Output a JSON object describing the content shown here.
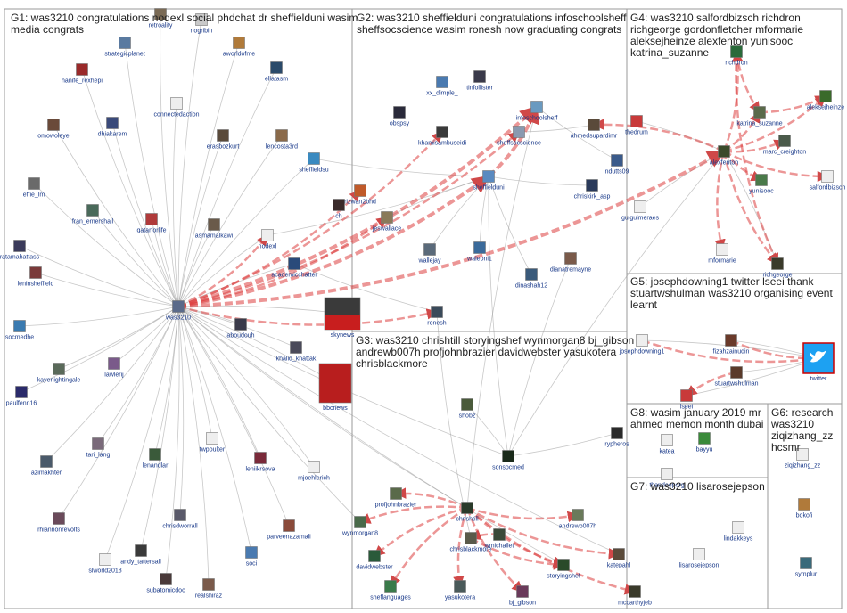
{
  "groups": [
    {
      "id": "G1",
      "lines": [
        "G1: was3210 congratulations nodexl social phdchat dr sheffielduni wasim",
        "media congrats"
      ]
    },
    {
      "id": "G2",
      "lines": [
        "G2: was3210 sheffielduni congratulations infoschoolsheff",
        "sheffsocscience wasim ronesh now graduating congrats"
      ]
    },
    {
      "id": "G3",
      "lines": [
        "G3: was3210 chrishtill storyingshef wynmorgan8 bj_gibson",
        "andrewb007h profjohnbrazier davidwebster yasukotera",
        "chrisblackmore"
      ]
    },
    {
      "id": "G4",
      "lines": [
        "G4: was3210 salfordbizsch richdron",
        "richgeorge gordonfletcher mformarie",
        "aleksejheinze alexfenton yunisooc",
        "katrina_suzanne"
      ]
    },
    {
      "id": "G5",
      "lines": [
        "G5: josephdowning1 twitter lseei thank",
        "stuartwshulman was3210 organising event",
        "learnt"
      ]
    },
    {
      "id": "G6",
      "lines": [
        "G6: research",
        "was3210",
        "ziqizhang_zz",
        "hcsmr"
      ]
    },
    {
      "id": "G7",
      "lines": [
        "G7: was3210 lisarosejepson"
      ]
    },
    {
      "id": "G8",
      "lines": [
        "G8: wasim january 2019 mr",
        "ahmed memon month dubai"
      ]
    }
  ],
  "nodes": [
    {
      "id": "retroality",
      "label": "retroality",
      "color": "#7a6a55"
    },
    {
      "id": "nogribin",
      "label": "nogribin",
      "color": "#c9c9c9"
    },
    {
      "id": "aworldofme",
      "label": "aworldofme",
      "color": "#b07a3a"
    },
    {
      "id": "strategicplanet",
      "label": "strategicplanet",
      "color": "#5a7aa0"
    },
    {
      "id": "hanife_rexhepi",
      "label": "hanife_rexhepi",
      "color": "#9a2a2a"
    },
    {
      "id": "ellatasm",
      "label": "ellatasm",
      "color": "#2a4a6a"
    },
    {
      "id": "connectedaction",
      "label": "connectedaction",
      "color": "#eeeeee"
    },
    {
      "id": "omowoleye",
      "label": "omowoleye",
      "color": "#6a4a3a"
    },
    {
      "id": "dhiakarem",
      "label": "dhiakarem",
      "color": "#3a4a7a"
    },
    {
      "id": "erasbozkurt",
      "label": "erasbozkurt",
      "color": "#5a4a3a"
    },
    {
      "id": "lencosta3rd",
      "label": "lencosta3rd",
      "color": "#8a6a4a"
    },
    {
      "id": "sheffieldsu",
      "label": "sheffieldsu",
      "color": "#3a8ac0"
    },
    {
      "id": "effie_lm",
      "label": "effie_lm",
      "color": "#6a6a6a"
    },
    {
      "id": "fran_emershall",
      "label": "fran_emershall",
      "color": "#4a6a5a"
    },
    {
      "id": "qatarforlife",
      "label": "qatarforlife",
      "color": "#b03a3a"
    },
    {
      "id": "asmamalkawi",
      "label": "asmamalkawi",
      "color": "#6a5a4a"
    },
    {
      "id": "nodexl",
      "label": "nodexl",
      "color": "#eeeeee"
    },
    {
      "id": "ratamahattass",
      "label": "ratamahattass",
      "color": "#3a3a5a"
    },
    {
      "id": "leninsheffield",
      "label": "leninsheffield",
      "color": "#7a3a3a"
    },
    {
      "id": "academicchatter",
      "label": "academicchatter",
      "color": "#2a4a7a"
    },
    {
      "id": "was3210",
      "label": "was3210",
      "color": "#5a6a8a"
    },
    {
      "id": "socmedhe",
      "label": "socmedhe",
      "color": "#3a7ab0"
    },
    {
      "id": "aboudouh",
      "label": "aboudouh",
      "color": "#3a3a4a"
    },
    {
      "id": "khalid_khattak",
      "label": "khalid_khattak",
      "color": "#4a4a5a"
    },
    {
      "id": "kayenightingale",
      "label": "kayenightingale",
      "color": "#5a6a5a"
    },
    {
      "id": "lawlerij",
      "label": "lawlerij",
      "color": "#7a5a8a"
    },
    {
      "id": "paulfenn16",
      "label": "paulfenn16",
      "color": "#2a2a6a"
    },
    {
      "id": "tari_lang",
      "label": "tari_lang",
      "color": "#7a6a7a"
    },
    {
      "id": "lenandlar",
      "label": "lenandlar",
      "color": "#3a5a3a"
    },
    {
      "id": "azimakhter",
      "label": "azimakhter",
      "color": "#4a5a6a"
    },
    {
      "id": "twpoulter",
      "label": "twpoulter",
      "color": "#eeeeee"
    },
    {
      "id": "leniikrsova",
      "label": "leniikrsova",
      "color": "#7a2a3a"
    },
    {
      "id": "mjoehlerich",
      "label": "mjoehlerich",
      "color": "#eeeeee"
    },
    {
      "id": "rhiannonrevolts",
      "label": "rhiannonrevolts",
      "color": "#6a4a5a"
    },
    {
      "id": "chrisdworrall",
      "label": "chrisdworrall",
      "color": "#5a5a6a"
    },
    {
      "id": "parveenazamali",
      "label": "parveenazamali",
      "color": "#8a4a3a"
    },
    {
      "id": "andy_tattersall",
      "label": "andy_tattersall",
      "color": "#3a3a3a"
    },
    {
      "id": "slworld2018",
      "label": "slworld2018",
      "color": "#eeeeee"
    },
    {
      "id": "soci",
      "label": "soci",
      "color": "#4a7ab0"
    },
    {
      "id": "subatomicdoc",
      "label": "subatomicdoc",
      "color": "#4a3a3a"
    },
    {
      "id": "realshiraz",
      "label": "realshiraz",
      "color": "#7a5a4a"
    },
    {
      "id": "skynews",
      "label": "skynews",
      "color": "#3a3a3a"
    },
    {
      "id": "bbcnews",
      "label": "bbcnews",
      "color": "#b81e1e"
    },
    {
      "id": "xx_dimple_",
      "label": "xx_dimple_",
      "color": "#4a7ab0"
    },
    {
      "id": "tinfollister",
      "label": "tinfollister",
      "color": "#3a3a4a"
    },
    {
      "id": "obspsy",
      "label": "obspsy",
      "color": "#2a2a3a"
    },
    {
      "id": "infoschoolsheff",
      "label": "infoschoolsheff",
      "color": "#6a9ac0"
    },
    {
      "id": "khamisambuseidi",
      "label": "khamisambuseidi",
      "color": "#3a3a3a"
    },
    {
      "id": "sheffsocscience",
      "label": "sheffsocscience",
      "color": "#8a9ab0"
    },
    {
      "id": "ahmedsupardimr",
      "label": "ahmedsupardimr",
      "color": "#5a4a3a"
    },
    {
      "id": "ndutts09",
      "label": "ndutts09",
      "color": "#3a5a8a"
    },
    {
      "id": "sheffielduni",
      "label": "sheffielduni",
      "color": "#5a8ac0"
    },
    {
      "id": "chriskirk_asp",
      "label": "chriskirk_asp",
      "color": "#2a3a5a"
    },
    {
      "id": "rizwan2bhd",
      "label": "rizwan2bhd",
      "color": "#c05a2a"
    },
    {
      "id": "ch",
      "label": "ch",
      "color": "#3a2a2a"
    },
    {
      "id": "jeswallace",
      "label": "jeswallace",
      "color": "#8a7a5a"
    },
    {
      "id": "wallejay",
      "label": "wallejay",
      "color": "#5a6a7a"
    },
    {
      "id": "waleoni1",
      "label": "waleoni1",
      "color": "#3a6a9a"
    },
    {
      "id": "dianatremayne",
      "label": "dianatremayne",
      "color": "#7a5a4a"
    },
    {
      "id": "dinashah12",
      "label": "dinashah12",
      "color": "#3a5a7a"
    },
    {
      "id": "ronesh",
      "label": "ronesh",
      "color": "#3a4a5a"
    },
    {
      "id": "chrishtill",
      "label": "chrishtill",
      "color": "#2a3a2a"
    },
    {
      "id": "shobz",
      "label": "shobz",
      "color": "#4a5a3a"
    },
    {
      "id": "sonsocmed",
      "label": "sonsocmed",
      "color": "#1a2a1a"
    },
    {
      "id": "profjohnbrazier",
      "label": "profjohnbrazier",
      "color": "#5a6a4a"
    },
    {
      "id": "wynmorgan8",
      "label": "wynmorgan8",
      "color": "#4a6a4a"
    },
    {
      "id": "wmichallet",
      "label": "wmichallet",
      "color": "#3a4a3a"
    },
    {
      "id": "andrewb007h",
      "label": "andrewb007h",
      "color": "#6a7a5a"
    },
    {
      "id": "chrisblackmore",
      "label": "chrisblackmore",
      "color": "#5a5a4a"
    },
    {
      "id": "davidwebster",
      "label": "davidwebster",
      "color": "#2a5a3a"
    },
    {
      "id": "storyingshef",
      "label": "storyingshef",
      "color": "#2a4a2a"
    },
    {
      "id": "katepahl",
      "label": "katepahl",
      "color": "#5a4a3a"
    },
    {
      "id": "sheflanguages",
      "label": "sheflanguages",
      "color": "#3a7a4a"
    },
    {
      "id": "yasukotera",
      "label": "yasukotera",
      "color": "#4a5a5a"
    },
    {
      "id": "bj_gibson",
      "label": "bj_gibson",
      "color": "#6a3a5a"
    },
    {
      "id": "mccarthyjeb",
      "label": "mccarthyjeb",
      "color": "#3a3a2a"
    },
    {
      "id": "thedrum",
      "label": "thedrum",
      "color": "#c83a3a"
    },
    {
      "id": "richdron",
      "label": "richdron",
      "color": "#2a6a3a"
    },
    {
      "id": "aleksejheinze",
      "label": "aleksejheinze",
      "color": "#3a6a2a"
    },
    {
      "id": "katrina_suzanne",
      "label": "katrina_suzanne",
      "color": "#5a6a4a"
    },
    {
      "id": "marc_creighton",
      "label": "marc_creighton",
      "color": "#4a5a4a"
    },
    {
      "id": "alexfenton",
      "label": "alexfenton",
      "color": "#3a4a2a"
    },
    {
      "id": "yunisooc",
      "label": "yunisooc",
      "color": "#4a7a4a"
    },
    {
      "id": "salfordbizsch",
      "label": "salfordbizsch",
      "color": "#eeeeee"
    },
    {
      "id": "guiguimeraes",
      "label": "guiguimeraes",
      "color": "#eeeeee"
    },
    {
      "id": "mformarie",
      "label": "mformarie",
      "color": "#eeeeee"
    },
    {
      "id": "richgeorge",
      "label": "richgeorge",
      "color": "#3a3a2a"
    },
    {
      "id": "josephdowning1",
      "label": "josephdowning1",
      "color": "#eeeeee"
    },
    {
      "id": "fizahzainudin",
      "label": "fizahzainudin",
      "color": "#6a3a2a"
    },
    {
      "id": "twitter",
      "label": "twitter",
      "color": "#1da1f2"
    },
    {
      "id": "stuartwshulman",
      "label": "stuartwshulman",
      "color": "#5a3a2a"
    },
    {
      "id": "lseei",
      "label": "lseei",
      "color": "#c83a3a"
    },
    {
      "id": "rypheros",
      "label": "rypheros",
      "color": "#2a2a2a"
    },
    {
      "id": "katea",
      "label": "katea",
      "color": "#eeeeee"
    },
    {
      "id": "bayyu",
      "label": "bayyu",
      "color": "#3a8a3a"
    },
    {
      "id": "thandeeporg",
      "label": "thandeeporg",
      "color": "#eeeeee"
    },
    {
      "id": "ziqizhang_zz",
      "label": "ziqizhang_zz",
      "color": "#eeeeee"
    },
    {
      "id": "bokofi",
      "label": "bokofi",
      "color": "#b07a3a"
    },
    {
      "id": "symplur",
      "label": "symplur",
      "color": "#3a6a7a"
    },
    {
      "id": "lindakkeys",
      "label": "lindakkeys",
      "color": "#eeeeee"
    },
    {
      "id": "lisarosejepson",
      "label": "lisarosejepson",
      "color": "#eeeeee"
    }
  ]
}
